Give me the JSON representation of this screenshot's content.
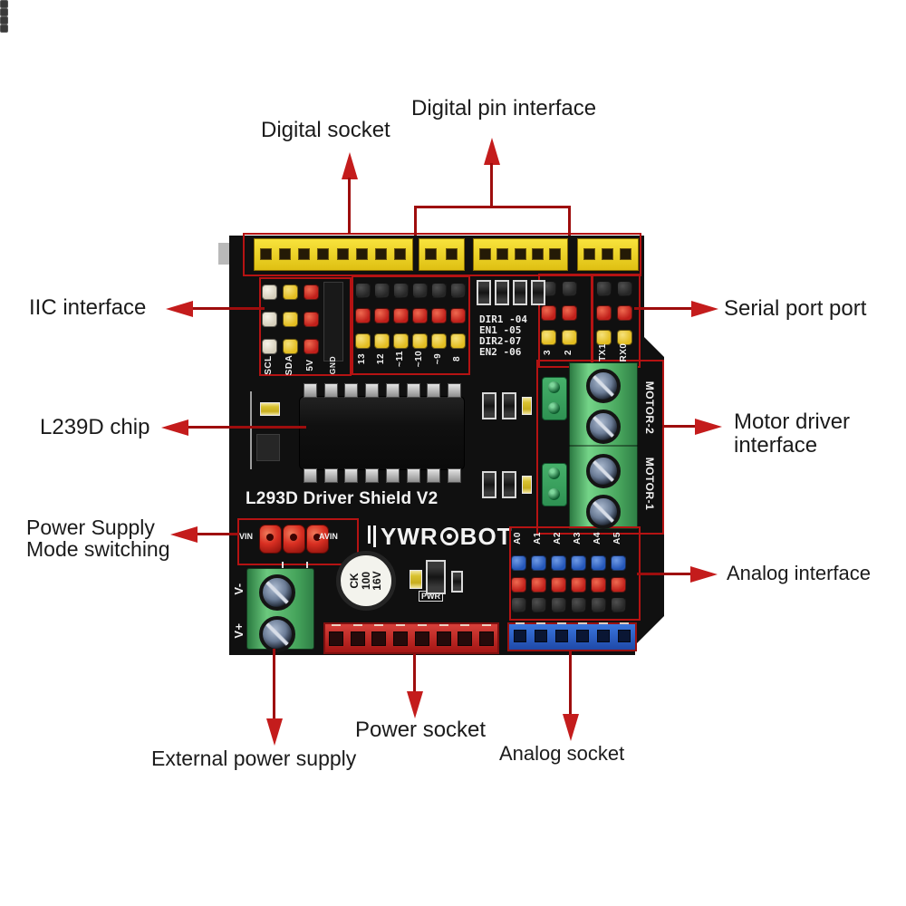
{
  "labels": {
    "digital_socket": "Digital socket",
    "digital_pin_interface": "Digital pin interface",
    "iic_interface": "IIC interface",
    "l239d_chip": "L239D chip",
    "power_supply_mode_line1": "Power Supply",
    "power_supply_mode_line2": "Mode switching",
    "serial_port": "Serial port port",
    "motor_driver_line1": "Motor driver",
    "motor_driver_line2": "interface",
    "analog_interface": "Analog interface",
    "external_power_supply": "External power supply",
    "power_socket": "Power socket",
    "analog_socket": "Analog socket"
  },
  "board": {
    "silkscreen_title": "L293D Driver Shield V2",
    "logo_name": "YWROBOT",
    "logo_text_left": "YWR",
    "logo_text_right": "BOT",
    "iic_pin_labels": [
      "SCL",
      "SDA",
      "5V",
      "GND"
    ],
    "digital_pin_labels": [
      "13",
      "12",
      "~11",
      "~10",
      "~9",
      "8"
    ],
    "signal_map": [
      "DIR1 -04",
      "EN1  -05",
      "DIR2-07",
      "EN2  -06"
    ],
    "serial_pin_labels": [
      "3",
      "2",
      "TX1",
      "RX0"
    ],
    "analog_pin_labels": [
      "A0",
      "A1",
      "A2",
      "A3",
      "A4",
      "A5"
    ],
    "motor_terminal_labels": [
      "MOTOR-2",
      "MOTOR-1"
    ],
    "power_mode_labels": [
      "VIN",
      "AVIN"
    ],
    "ext_power_terminal_labels": [
      "V-",
      "V+"
    ],
    "capacitor_label": [
      "CK",
      "100",
      "16V"
    ],
    "pwr_led_label": "PWR"
  },
  "colors": {
    "arrow_red": "#c41c1c",
    "silk_red": "#b51313",
    "pcb_black": "#101010",
    "header_yellow": "#efd22c",
    "socket_red": "#c02020",
    "socket_blue": "#2b5fc4",
    "terminal_green": "#55b368"
  }
}
